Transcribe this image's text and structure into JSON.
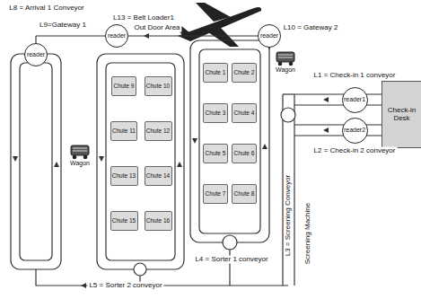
{
  "diagram": {
    "nodes": [
      {
        "text": [
          "Check-in Desk"
        ]
      },
      {
        "text": [
          "reader1"
        ]
      },
      {
        "text": [
          "reader2"
        ]
      },
      {
        "text": [
          "reader"
        ]
      },
      {
        "text": [
          "reader"
        ]
      },
      {
        "text": [
          "reader"
        ]
      },
      {
        "text": [
          "Wagon"
        ]
      },
      {
        "text": [
          "Wagon"
        ]
      },
      {
        "text": [
          "Chute 9"
        ]
      },
      {
        "text": [
          "Chute 10"
        ]
      },
      {
        "text": [
          "Chute 11"
        ]
      },
      {
        "text": [
          "Chute 12"
        ]
      },
      {
        "text": [
          "Chute 13"
        ]
      },
      {
        "text": [
          "Chute 14"
        ]
      },
      {
        "text": [
          "Chute 15"
        ]
      },
      {
        "text": [
          "Chute 16"
        ]
      },
      {
        "text": [
          "Chute 1"
        ]
      },
      {
        "text": [
          "Chute 2"
        ]
      },
      {
        "text": [
          "Chute 3"
        ]
      },
      {
        "text": [
          "Chute 4"
        ]
      },
      {
        "text": [
          "Chute 5"
        ]
      },
      {
        "text": [
          "Chute 6"
        ]
      },
      {
        "text": [
          "Chute 7"
        ]
      },
      {
        "text": [
          "Chute 8"
        ]
      }
    ],
    "labels": [
      "L13 = Belt Loader1",
      "L8 = Arrival 1 Conveyor",
      "L9=Gateway 1",
      "Out Door Area",
      "L10 = Gateway 2",
      "L1 = Check-in 1 conveyor",
      "L2 = Check-in 2 conveyor",
      "L5 = Sorter 2 conveyor",
      "L4 = Sorter 1 conveyor",
      "L3 = Screening Conveyor",
      "Screening Machine"
    ]
  }
}
